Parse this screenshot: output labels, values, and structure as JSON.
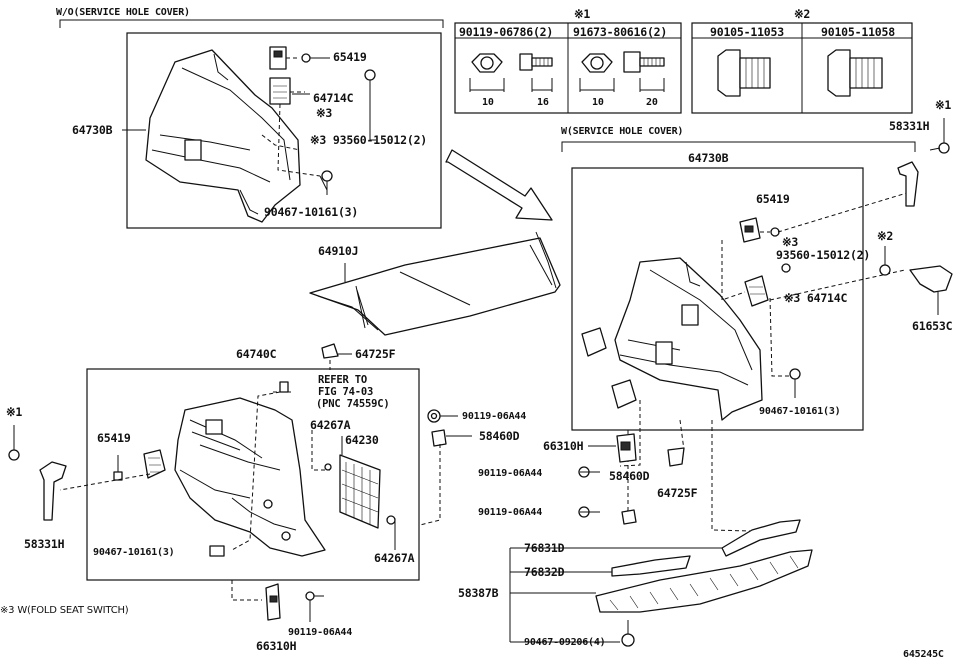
{
  "header": {
    "wo_service_hole_cover": "W/O(SERVICE HOLE COVER)",
    "w_service_hole_cover": "W(SERVICE HOLE COVER)",
    "mark1": "※1",
    "mark2": "※2",
    "figure_code": "645245C"
  },
  "fastener_tables": {
    "table1": {
      "col1": "90119-06786(2)",
      "col2": "91673-80616(2)",
      "dim1": "10",
      "dim2": "16",
      "dim3": "10",
      "dim4": "20"
    },
    "table2": {
      "col1": "90105-11053",
      "col2": "90105-11058"
    }
  },
  "callouts": {
    "p65419_top": "65419",
    "p64714C_top": "64714C",
    "p_mark3_top": "※3",
    "p93560_top": "※3 93560-15012(2)",
    "p64730B_left": "64730B",
    "p90467_top": "90467-10161(3)",
    "p64910J": "64910J",
    "p64740C": "64740C",
    "p64725F_top": "64725F",
    "refer_line1": "REFER TO",
    "refer_line2": "FIG 74-03",
    "refer_line3": "(PNC 74559C)",
    "p64267A_top": "64267A",
    "p64230": "64230",
    "p65419_left": "65419",
    "p90467_left": "90467-10161(3)",
    "p64267A_bottom": "64267A",
    "p58331H_left": "58331H",
    "p_mark1_left": "※1",
    "p66310H_bottom": "66310H",
    "p90119_bottom": "90119-06A44",
    "fold_seat_note": "※3 W(FOLD SEAT SWITCH)",
    "p90119_mid": "90119-06A44",
    "p58460D_mid": "58460D",
    "p64730B_right": "64730B",
    "p65419_right": "65419",
    "p_mark3_right": "※3",
    "p93560_right": "93560-15012(2)",
    "p64714C_right": "※3 64714C",
    "p90467_right": "90467-10161(3)",
    "p58331H_right": "58331H",
    "p_mark1_right": "※1",
    "p_mark2_right": "※2",
    "p61653C": "61653C",
    "p66310H_mid": "66310H",
    "p90119_a": "90119-06A44",
    "p58460D_low": "58460D",
    "p64725F_low": "64725F",
    "p90119_b": "90119-06A44",
    "p76831D": "76831D",
    "p76832D": "76832D",
    "p58387B": "58387B",
    "p90467_09206": "90467-09206(4)"
  }
}
